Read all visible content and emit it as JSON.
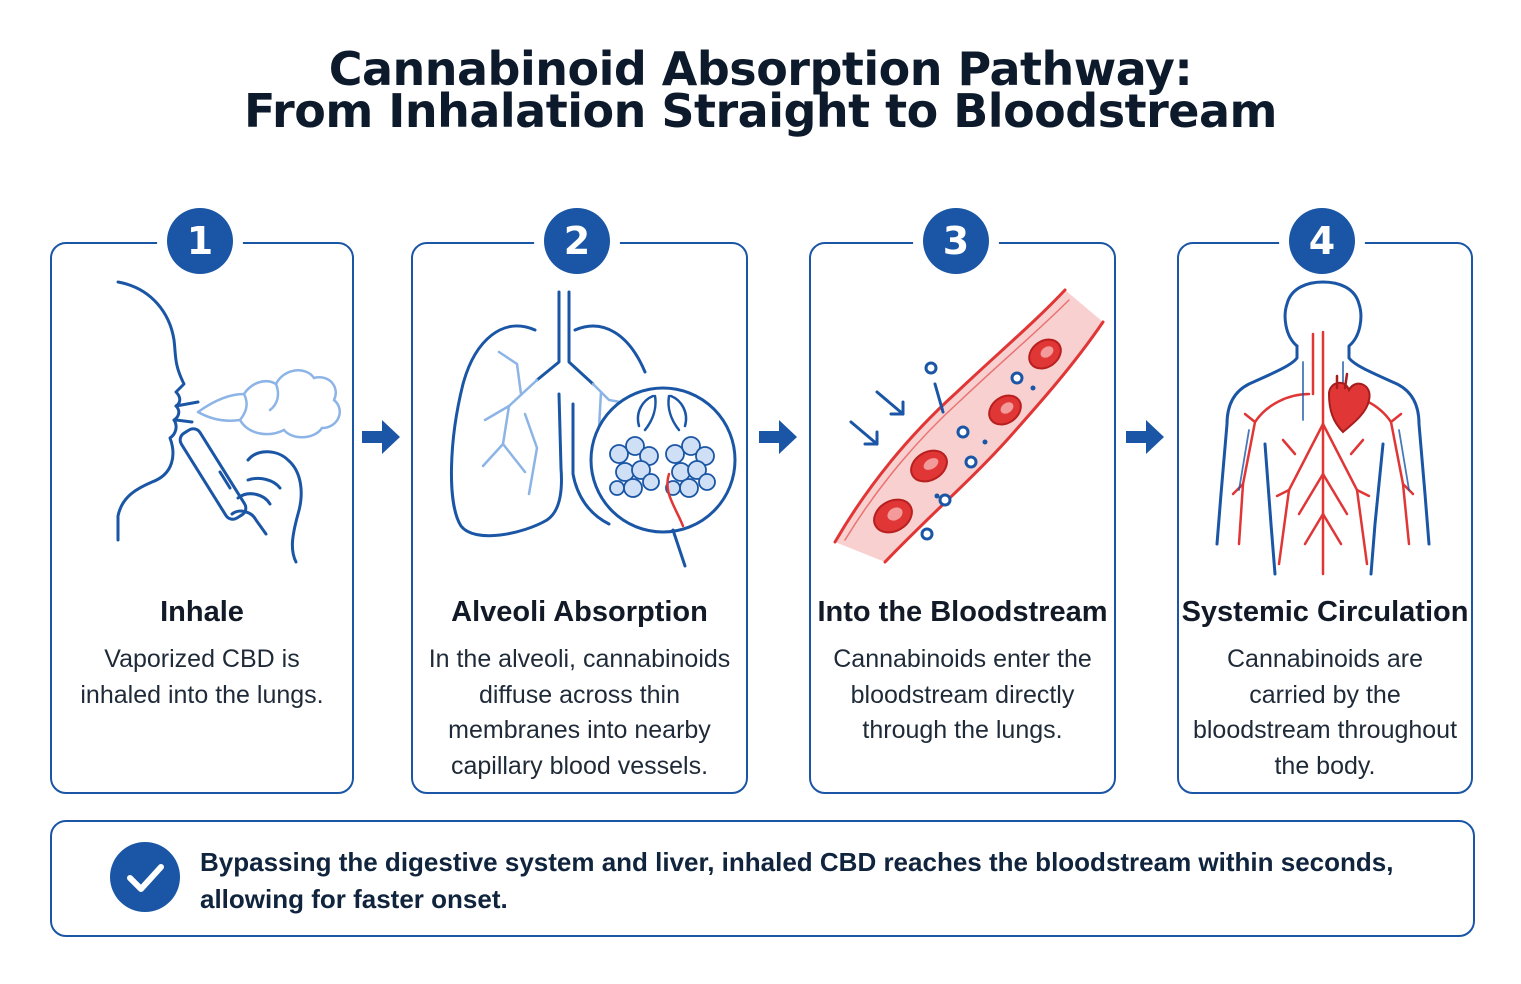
{
  "title": {
    "line1": "Cannabinoid Absorption Pathway:",
    "line2": "From Inhalation Straight to Bloodstream"
  },
  "steps": [
    {
      "number": "1",
      "heading": "Inhale",
      "description": "Vaporized CBD is inhaled into the lungs.",
      "icon": "person-inhaling-vape-icon"
    },
    {
      "number": "2",
      "heading": "Alveoli Absorption",
      "description": "In the alveoli, cannabinoids diffuse across thin membranes into nearby capillary blood vessels.",
      "icon": "lungs-alveoli-icon"
    },
    {
      "number": "3",
      "heading": "Into the Bloodstream",
      "description": "Cannabinoids enter the bloodstream directly through the lungs.",
      "icon": "blood-vessel-icon"
    },
    {
      "number": "4",
      "heading": "Systemic Circulation",
      "description": "Cannabinoids are carried by the bloodstream throughout the body.",
      "icon": "circulatory-system-icon"
    }
  ],
  "summary": {
    "text": "Bypassing the digestive system and liver, inhaled CBD reaches the bloodstream within seconds, allowing for faster onset.",
    "icon": "checkmark-icon"
  },
  "colors": {
    "primary_blue": "#1a56a5",
    "light_blue": "#8cb4e6",
    "blood_red": "#e03636",
    "vessel_pink": "#f8d0d0",
    "text_dark": "#0d1a2b"
  }
}
